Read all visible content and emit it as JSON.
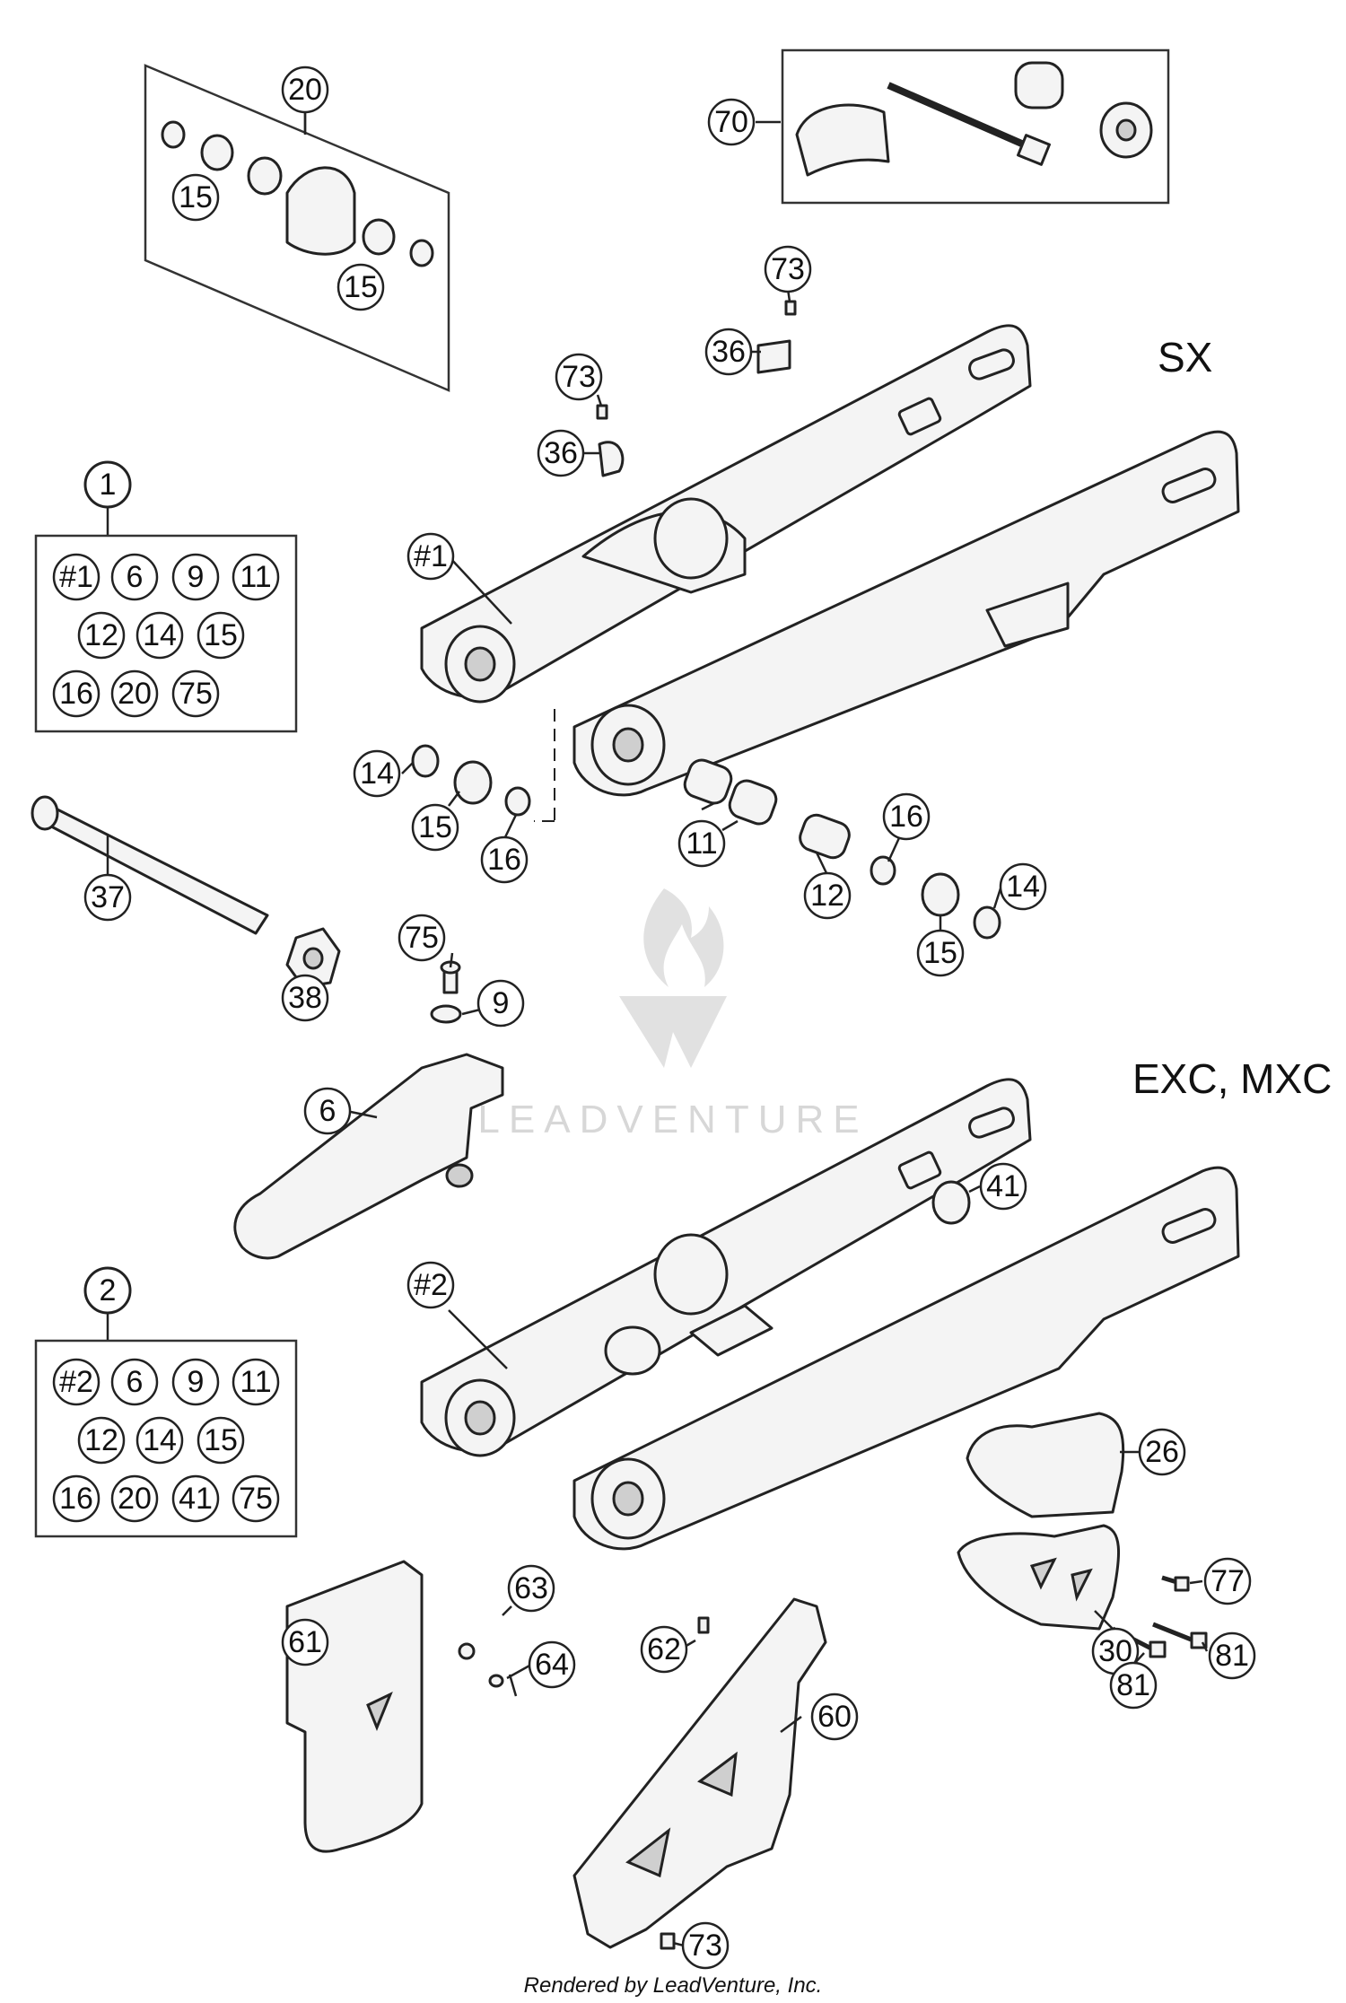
{
  "model_labels": {
    "sx": "SX",
    "exc_mxc": "EXC, MXC"
  },
  "kit_1": {
    "number": "1",
    "items": [
      "#1",
      "6",
      "9",
      "11",
      "12",
      "14",
      "15",
      "16",
      "20",
      "75"
    ]
  },
  "kit_2": {
    "number": "2",
    "items": [
      "#2",
      "6",
      "9",
      "11",
      "12",
      "14",
      "15",
      "16",
      "20",
      "41",
      "75"
    ]
  },
  "kit_20": {
    "number": "20",
    "items": [
      "15",
      "15"
    ]
  },
  "kit_70": {
    "number": "70"
  },
  "callouts": {
    "c73_top": "73",
    "c36_top": "36",
    "c73_mid": "73",
    "c36_mid": "36",
    "c_swing_1": "#1",
    "c14_left": "14",
    "c15_left": "15",
    "c16_left": "16",
    "c11": "11",
    "c12": "12",
    "c16_right": "16",
    "c14_right": "14",
    "c15_right": "15",
    "c37": "37",
    "c38": "38",
    "c75": "75",
    "c9": "9",
    "c6": "6",
    "c41": "41",
    "c_swing_2": "#2",
    "c26": "26",
    "c77": "77",
    "c30": "30",
    "c81_right": "81",
    "c81_left": "81",
    "c63": "63",
    "c64": "64",
    "c61": "61",
    "c62": "62",
    "c60": "60",
    "c73_bottom": "73"
  },
  "watermark": {
    "text": "LEADVENTURE"
  },
  "footer": {
    "text": "Rendered by LeadVenture, Inc."
  },
  "colors": {
    "ink": "#111111",
    "part_fill": "#f4f4f4",
    "watermark": "#c9c9c9"
  }
}
